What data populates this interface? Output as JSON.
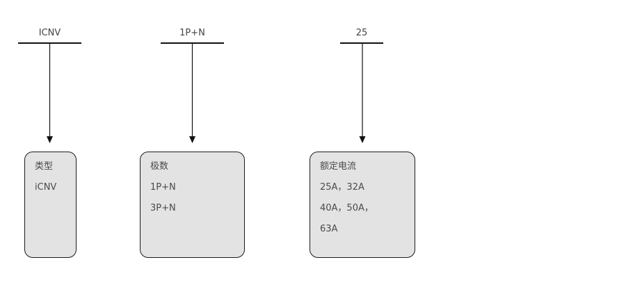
{
  "codes": [
    {
      "text": "ICNV"
    },
    {
      "text": "1P+N"
    },
    {
      "text": "25"
    }
  ],
  "boxes": [
    {
      "title": "类型",
      "lines": [
        "iCNV"
      ]
    },
    {
      "title": "极数",
      "lines": [
        "1P+N",
        "3P+N"
      ]
    },
    {
      "title": "额定电流",
      "lines": [
        "25A，32A",
        "40A，50A，",
        "63A"
      ]
    }
  ]
}
